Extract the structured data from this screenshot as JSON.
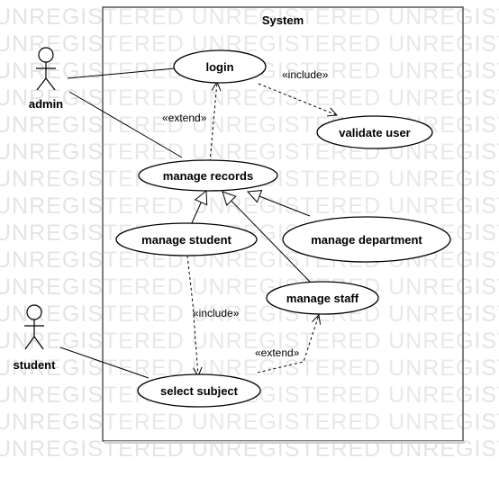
{
  "watermark_text": "UNREGISTERED UNREGISTERED UNREGISTERED UNREGISTERED",
  "system": {
    "title": "System"
  },
  "actors": {
    "admin": {
      "label": "admin"
    },
    "student": {
      "label": "student"
    }
  },
  "use_cases": {
    "login": "login",
    "validate_user": "validate user",
    "manage_records": "manage records",
    "manage_student": "manage student",
    "manage_department": "manage department",
    "manage_staff": "manage staff",
    "select_subject": "select subject"
  },
  "relations": {
    "login_include": "«include»",
    "records_extend": "«extend»",
    "student_include": "«include»",
    "subject_extend": "«extend»"
  }
}
